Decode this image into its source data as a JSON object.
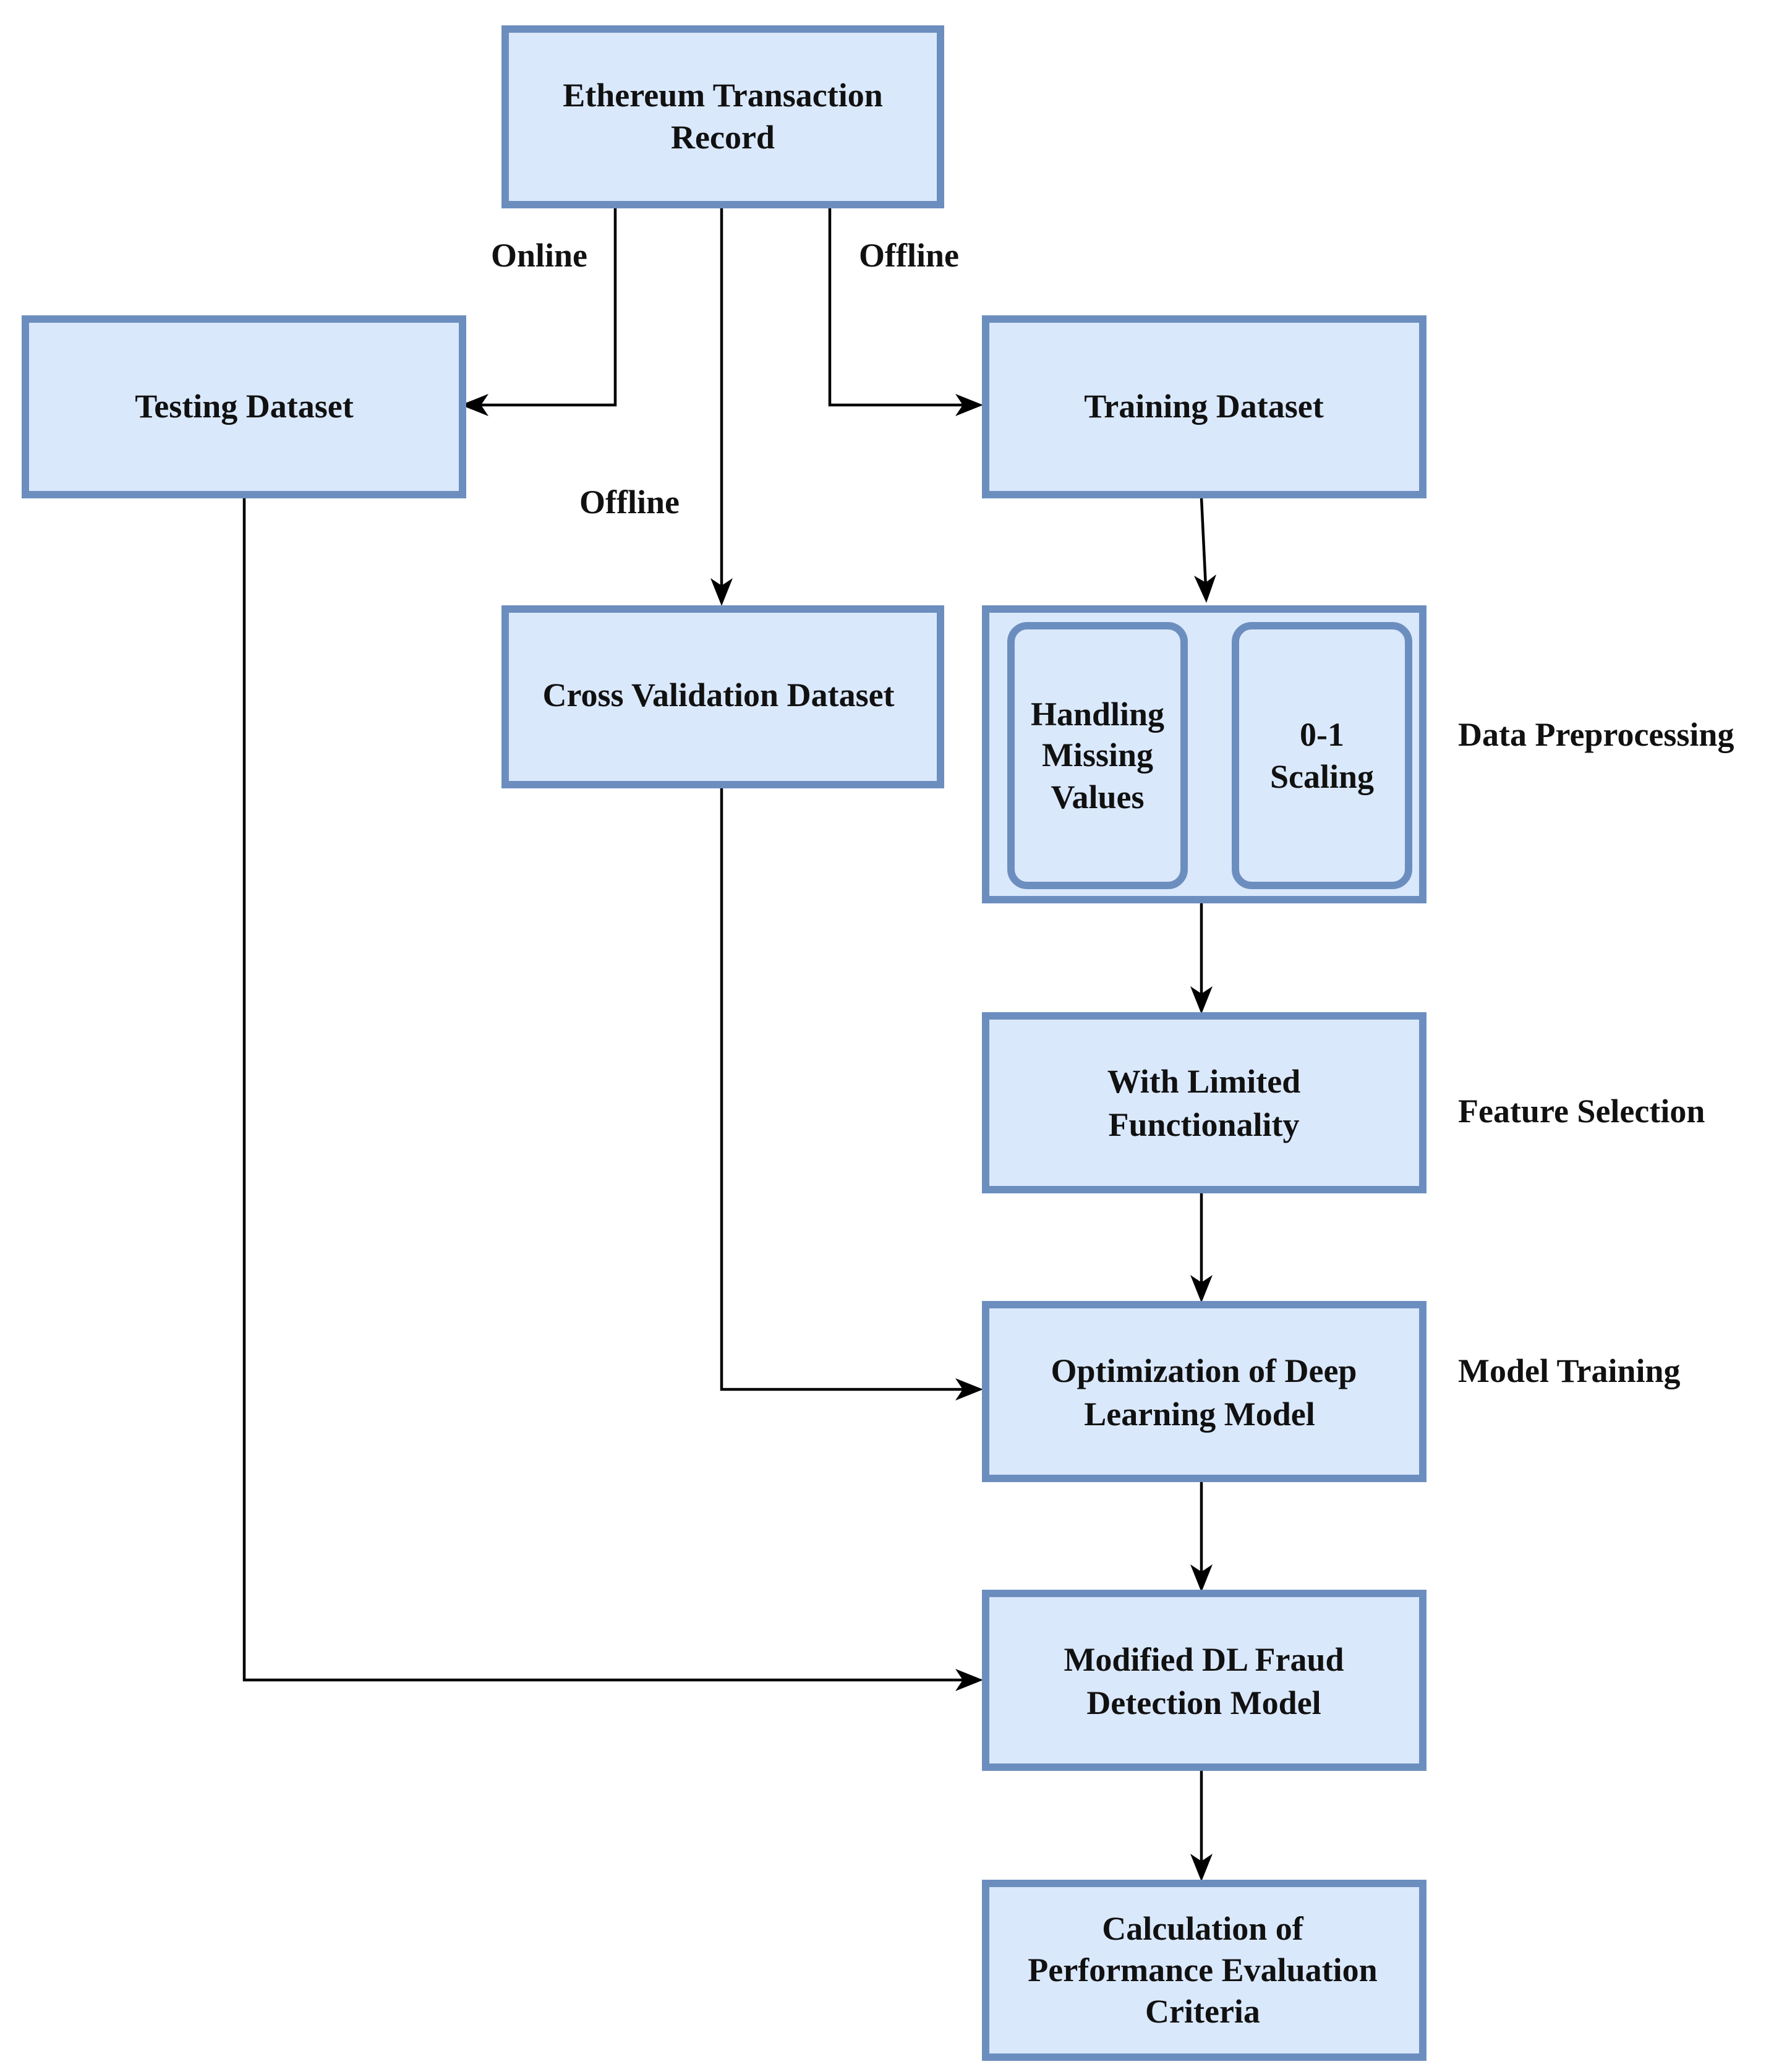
{
  "nodes": {
    "ethereum": [
      "Ethereum Transaction",
      "Record"
    ],
    "testing": [
      "Testing Dataset"
    ],
    "training": [
      "Training Dataset"
    ],
    "cross_validation": [
      "Cross Validation Dataset"
    ],
    "missing_values": [
      "Handling",
      "Missing",
      "Values"
    ],
    "scaling": [
      "0-1",
      "Scaling"
    ],
    "limited_functionality": [
      "With Limited",
      "Functionality"
    ],
    "optimization": [
      "Optimization of Deep",
      "Learning Model"
    ],
    "modified_dl": [
      "Modified DL Fraud",
      "Detection Model"
    ],
    "calculation": [
      "Calculation of",
      "Performance Evaluation",
      "Criteria"
    ]
  },
  "edge_labels": {
    "online": "Online",
    "offline_training": "Offline",
    "offline_cv": "Offline"
  },
  "stage_labels": {
    "preprocessing": "Data Preprocessing",
    "feature_selection": "Feature Selection",
    "model_training": "Model Training"
  },
  "colors": {
    "node_fill": "#dae8fc",
    "node_stroke": "#6c8ebf",
    "edge": "#000000"
  }
}
